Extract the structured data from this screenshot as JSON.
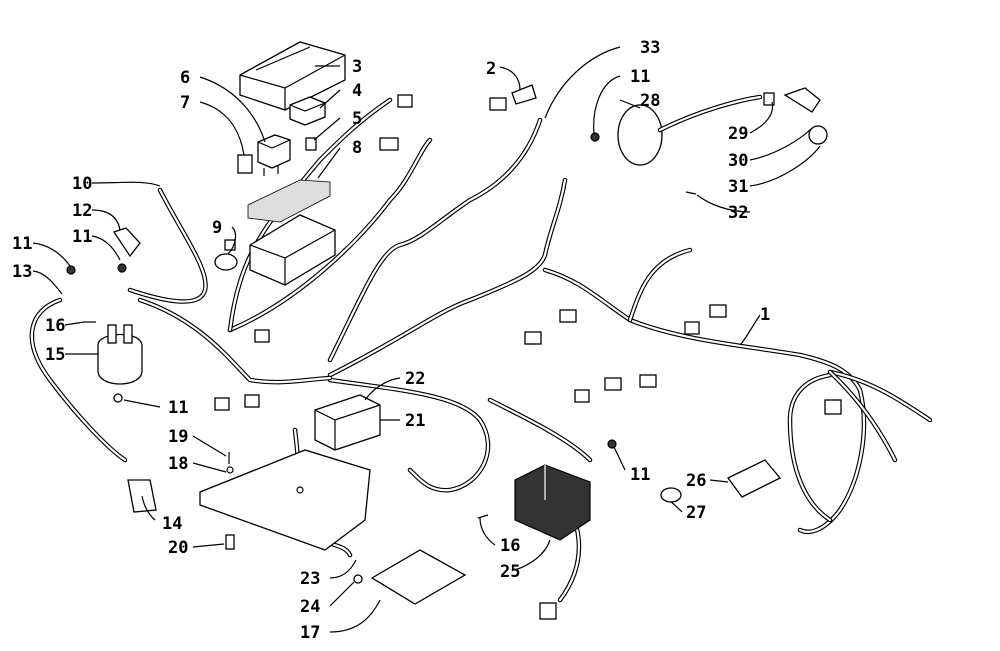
{
  "callouts": [
    {
      "id": "c1",
      "text": "1"
    },
    {
      "id": "c2",
      "text": "2"
    },
    {
      "id": "c3",
      "text": "3"
    },
    {
      "id": "c4",
      "text": "4"
    },
    {
      "id": "c5",
      "text": "5"
    },
    {
      "id": "c6",
      "text": "6"
    },
    {
      "id": "c7",
      "text": "7"
    },
    {
      "id": "c8",
      "text": "8"
    },
    {
      "id": "c9",
      "text": "9"
    },
    {
      "id": "c10",
      "text": "10"
    },
    {
      "id": "c11a",
      "text": "11"
    },
    {
      "id": "c11b",
      "text": "11"
    },
    {
      "id": "c11c",
      "text": "11"
    },
    {
      "id": "c11d",
      "text": "11"
    },
    {
      "id": "c11e",
      "text": "11"
    },
    {
      "id": "c12",
      "text": "12"
    },
    {
      "id": "c13",
      "text": "13"
    },
    {
      "id": "c14",
      "text": "14"
    },
    {
      "id": "c15",
      "text": "15"
    },
    {
      "id": "c16a",
      "text": "16"
    },
    {
      "id": "c16b",
      "text": "16"
    },
    {
      "id": "c17",
      "text": "17"
    },
    {
      "id": "c18",
      "text": "18"
    },
    {
      "id": "c19",
      "text": "19"
    },
    {
      "id": "c20",
      "text": "20"
    },
    {
      "id": "c21",
      "text": "21"
    },
    {
      "id": "c22",
      "text": "22"
    },
    {
      "id": "c23",
      "text": "23"
    },
    {
      "id": "c24",
      "text": "24"
    },
    {
      "id": "c25",
      "text": "25"
    },
    {
      "id": "c26",
      "text": "26"
    },
    {
      "id": "c27",
      "text": "27"
    },
    {
      "id": "c28",
      "text": "28"
    },
    {
      "id": "c29",
      "text": "29"
    },
    {
      "id": "c30",
      "text": "30"
    },
    {
      "id": "c31",
      "text": "31"
    },
    {
      "id": "c32",
      "text": "32"
    },
    {
      "id": "c33",
      "text": "33"
    }
  ],
  "colors": {
    "ink": "#000000",
    "paper": "#ffffff"
  }
}
